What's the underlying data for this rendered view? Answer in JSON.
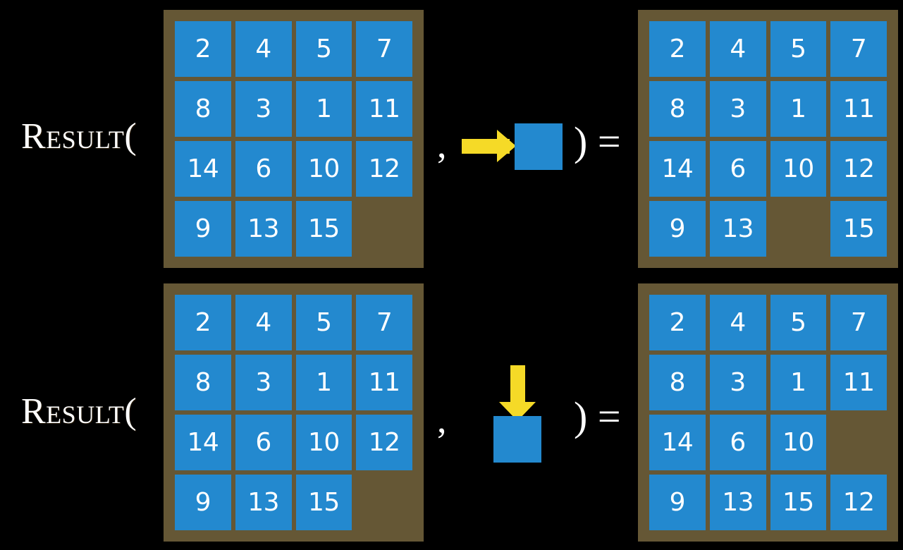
{
  "background_color": "#000000",
  "palette": {
    "tile_blue": "#2389cf",
    "board_brown": "#655735",
    "arrow_yellow": "#f5da27",
    "text_white": "#ffffff"
  },
  "rows": [
    {
      "id": "row-slide-left",
      "label": "Result(",
      "comma": ",",
      "close_paren_equals": ") =",
      "input_board": {
        "name": "input-puzzle-top",
        "rows": 4,
        "cols": 4,
        "tiles": [
          [
            "2",
            "4",
            "5",
            "7"
          ],
          [
            "8",
            "3",
            "1",
            "11"
          ],
          [
            "14",
            "6",
            "10",
            "12"
          ],
          [
            "9",
            "13",
            "15",
            ""
          ]
        ]
      },
      "action": {
        "name": "slide-right-action",
        "direction": "right",
        "arrow_icon": "arrow-right-icon",
        "tile_icon": "blue-tile-icon"
      },
      "output_board": {
        "name": "output-puzzle-top",
        "rows": 4,
        "cols": 4,
        "tiles": [
          [
            "2",
            "4",
            "5",
            "7"
          ],
          [
            "8",
            "3",
            "1",
            "11"
          ],
          [
            "14",
            "6",
            "10",
            "12"
          ],
          [
            "9",
            "13",
            "",
            "15"
          ]
        ]
      }
    },
    {
      "id": "row-slide-down",
      "label": "Result(",
      "comma": ",",
      "close_paren_equals": ") =",
      "input_board": {
        "name": "input-puzzle-bottom",
        "rows": 4,
        "cols": 4,
        "tiles": [
          [
            "2",
            "4",
            "5",
            "7"
          ],
          [
            "8",
            "3",
            "1",
            "11"
          ],
          [
            "14",
            "6",
            "10",
            "12"
          ],
          [
            "9",
            "13",
            "15",
            ""
          ]
        ]
      },
      "action": {
        "name": "slide-down-action",
        "direction": "down",
        "arrow_icon": "arrow-down-icon",
        "tile_icon": "blue-tile-icon"
      },
      "output_board": {
        "name": "output-puzzle-bottom",
        "rows": 4,
        "cols": 4,
        "tiles": [
          [
            "2",
            "4",
            "5",
            "7"
          ],
          [
            "8",
            "3",
            "1",
            "11"
          ],
          [
            "14",
            "6",
            "10",
            ""
          ],
          [
            "9",
            "13",
            "15",
            "12"
          ]
        ]
      }
    }
  ]
}
